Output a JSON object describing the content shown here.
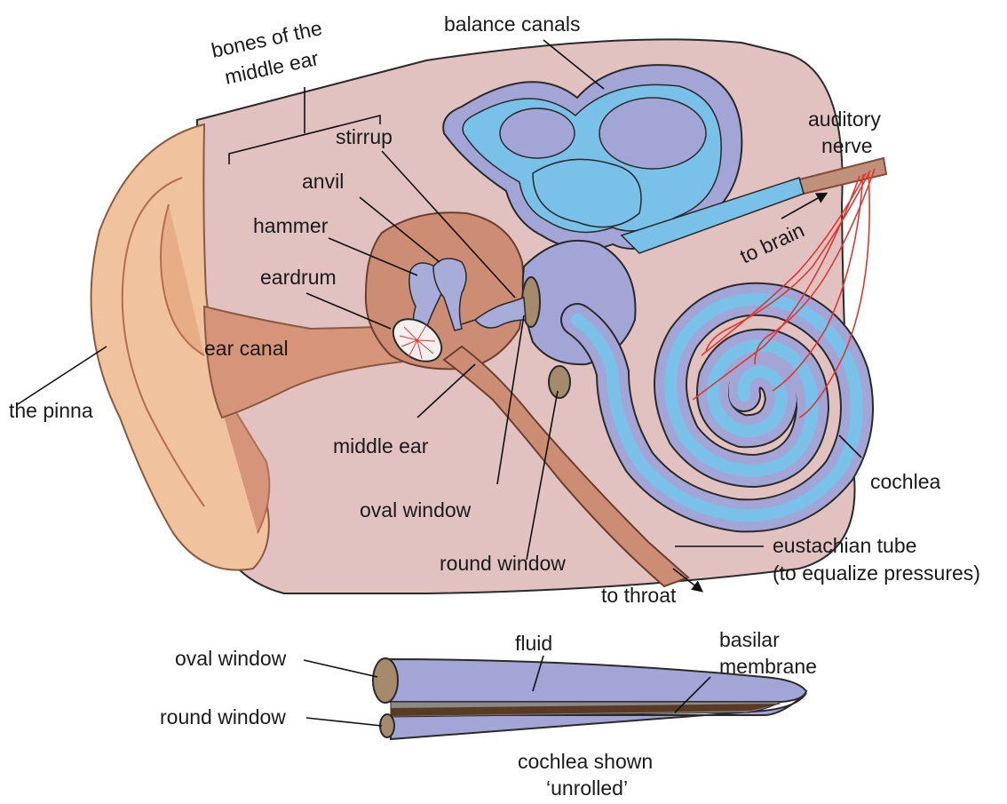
{
  "main_diagram": {
    "labels": {
      "bones_of_middle_ear_line1": "bones of the",
      "bones_of_middle_ear_line2": "middle ear",
      "balance_canals": "balance canals",
      "auditory_nerve_line1": "auditory",
      "auditory_nerve_line2": "nerve",
      "stirrup": "stirrup",
      "anvil": "anvil",
      "hammer": "hammer",
      "eardrum": "eardrum",
      "to_brain": "to brain",
      "ear_canal": "ear canal",
      "the_pinna": "the pinna",
      "middle_ear": "middle ear",
      "cochlea": "cochlea",
      "oval_window": "oval window",
      "round_window": "round window",
      "eustachian_tube_line1": "eustachian tube",
      "eustachian_tube_line2": "(to equalize pressures)",
      "to_throat": "to throat"
    }
  },
  "unrolled_diagram": {
    "labels": {
      "oval_window": "oval window",
      "round_window": "round window",
      "fluid": "fluid",
      "basilar_membrane_line1": "basilar",
      "basilar_membrane_line2": "membrane",
      "caption_line1": "cochlea shown",
      "caption_line2": "‘unrolled’"
    }
  },
  "colors": {
    "head_background": "#e2c2c0",
    "skin_light": "#f0c29e",
    "skin_dark": "#d6957a",
    "canal_tissue": "#cd8d74",
    "inner_ear_dark": "#a3a5d6",
    "inner_ear_fluid": "#79c1e8",
    "bone": "#a8acd8",
    "window_membrane": "#a68a6c",
    "nerve": "#c0917a",
    "nerve_fibres": "#e0362f",
    "basilar_membrane": "#5a3a22"
  }
}
